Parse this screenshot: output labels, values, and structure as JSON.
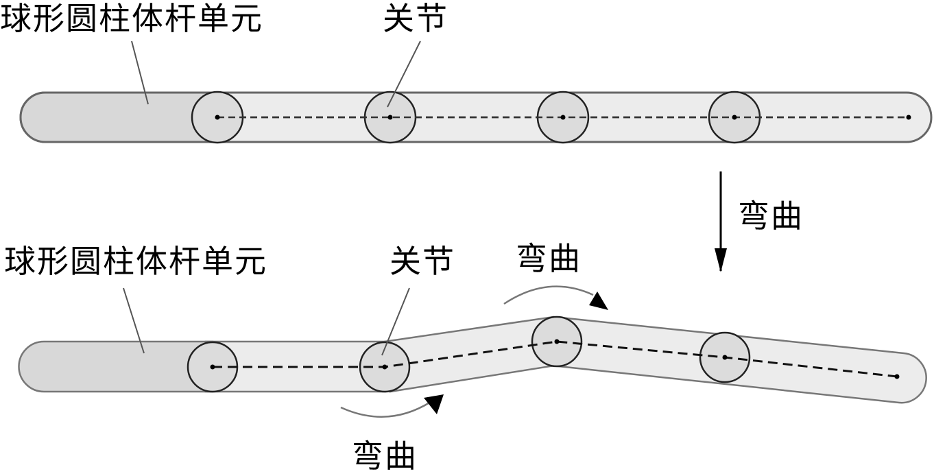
{
  "top_figure": {
    "rod_label": "球形圆柱体杆单元",
    "joint_label": "关节"
  },
  "transition": {
    "label": "弯曲"
  },
  "bottom_figure": {
    "rod_label": "球形圆柱体杆单元",
    "joint_label": "关节",
    "bend_label_upper": "弯曲",
    "bend_label_lower": "弯曲"
  },
  "colors": {
    "rod_dark": "#d8d8d8",
    "rod_light": "#ececec",
    "joint_fill": "#dcdcdc",
    "outline": "#555555",
    "ink": "#000000"
  }
}
